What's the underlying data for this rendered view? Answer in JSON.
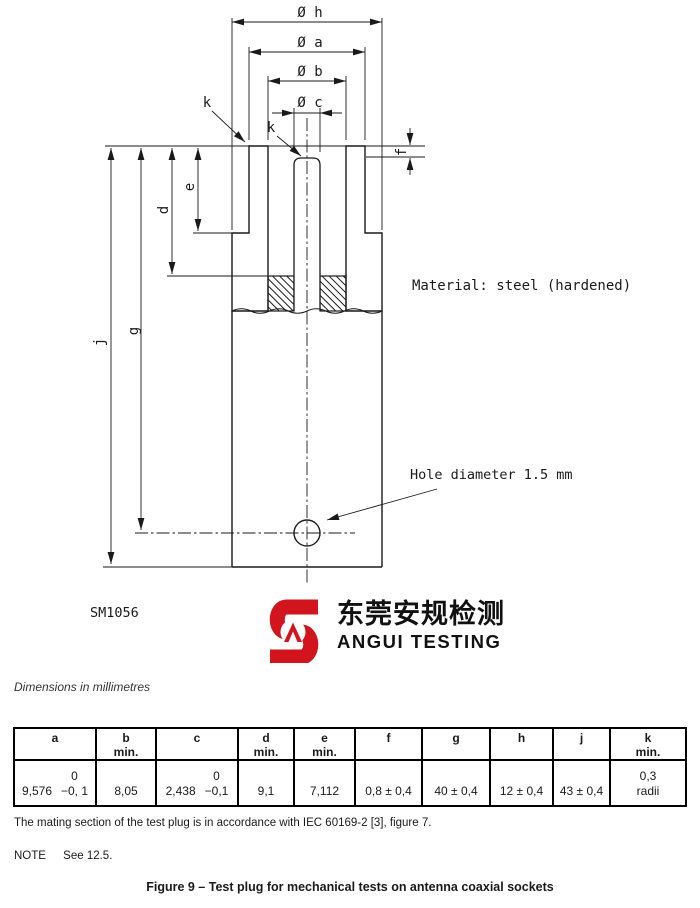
{
  "drawing": {
    "dims": {
      "h": "Ø h",
      "a": "Ø a",
      "b": "Ø b",
      "c": "Ø c",
      "k1": "k",
      "k2": "k",
      "f": "f",
      "e": "e",
      "d": "d",
      "g": "g",
      "j": "j"
    },
    "material_note": "Material: steel (hardened)",
    "hole_note": "Hole diameter 1.5 mm",
    "part_code": "SM1056"
  },
  "logo": {
    "cjk": "东莞安规检测",
    "latin": "ANGUI TESTING",
    "brand_color": "#d2151d"
  },
  "dimensions_note": "Dimensions in millimetres",
  "table": {
    "columns": [
      {
        "label": "a",
        "sub": ""
      },
      {
        "label": "b",
        "sub": "min."
      },
      {
        "label": "c",
        "sub": ""
      },
      {
        "label": "d",
        "sub": "min."
      },
      {
        "label": "e",
        "sub": "min."
      },
      {
        "label": "f",
        "sub": ""
      },
      {
        "label": "g",
        "sub": ""
      },
      {
        "label": "h",
        "sub": ""
      },
      {
        "label": "j",
        "sub": ""
      },
      {
        "label": "k",
        "sub": "min."
      }
    ],
    "values": {
      "a_main": "9,576",
      "a_tol_top": "0",
      "a_tol_low": "−0, 1",
      "b": "8,05",
      "c_main": "2,438",
      "c_tol_top": "0",
      "c_tol_low": "−0,1",
      "d": "9,1",
      "e": "7,112",
      "f": "0,8 ± 0,4",
      "g": "40 ± 0,4",
      "h": "12 ± 0,4",
      "j": "43 ± 0,4",
      "k_top": "0,3",
      "k_low": "radii"
    }
  },
  "notes": {
    "mating": "The mating section of the test plug is in accordance with IEC 60169-2 [3], figure 7.",
    "note_label": "NOTE",
    "note_text": "See 12.5."
  },
  "caption": "Figure 9 – Test plug for mechanical tests on antenna coaxial sockets"
}
